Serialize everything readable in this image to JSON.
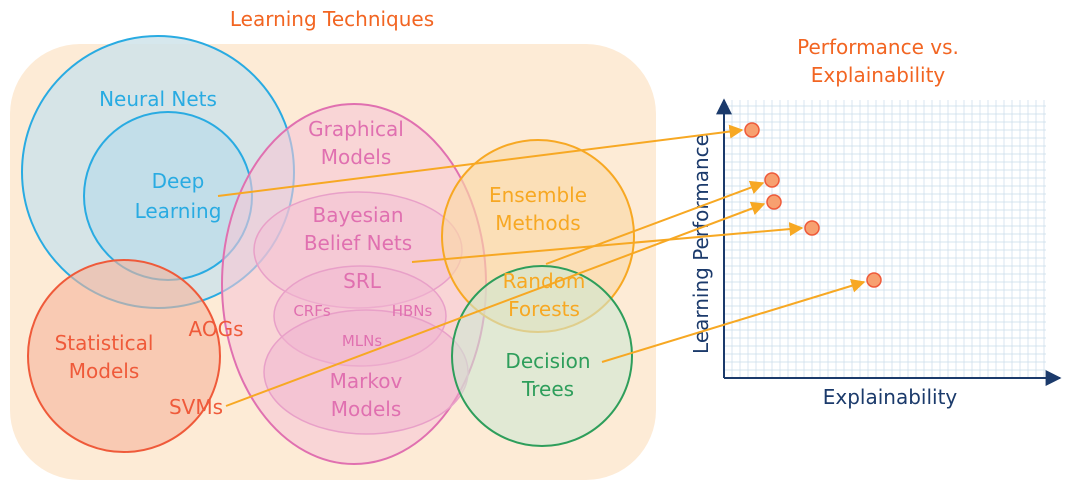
{
  "left_title": "Learning Techniques",
  "right_title": [
    "Performance vs.",
    "Explainability"
  ],
  "techniques": {
    "neural_nets": "Neural Nets",
    "deep_learning": [
      "Deep",
      "Learning"
    ],
    "graphical_models": [
      "Graphical",
      "Models"
    ],
    "ensemble_methods": [
      "Ensemble",
      "Methods"
    ],
    "bayesian_belief_nets": [
      "Bayesian",
      "Belief Nets"
    ],
    "srl": "SRL",
    "crfs": "CRFs",
    "hbns": "HBNs",
    "mlns": "MLNs",
    "markov_models": [
      "Markov",
      "Models"
    ],
    "random_forests": [
      "Random",
      "Forests"
    ],
    "statistical_models": [
      "Statistical",
      "Models"
    ],
    "aogs": "AOGs",
    "svms": "SVMs",
    "decision_trees": [
      "Decision",
      "Trees"
    ]
  },
  "chart": {
    "xlabel": "Explainability",
    "ylabel": "Learning Performance"
  },
  "colors": {
    "title_orange": "#f26522",
    "background_panel": "#fdebd6",
    "neural_blue": "#29abe2",
    "graphical_pink": "#e070b0",
    "ensemble_orange": "#f7a823",
    "statistical_red": "#ef5a3a",
    "decision_green": "#2e9e5b",
    "arrow_orange": "#f7a823",
    "point_fill": "#f7a070",
    "axis_navy": "#1b3a6b",
    "grid_blue": "#c9dcea"
  }
}
